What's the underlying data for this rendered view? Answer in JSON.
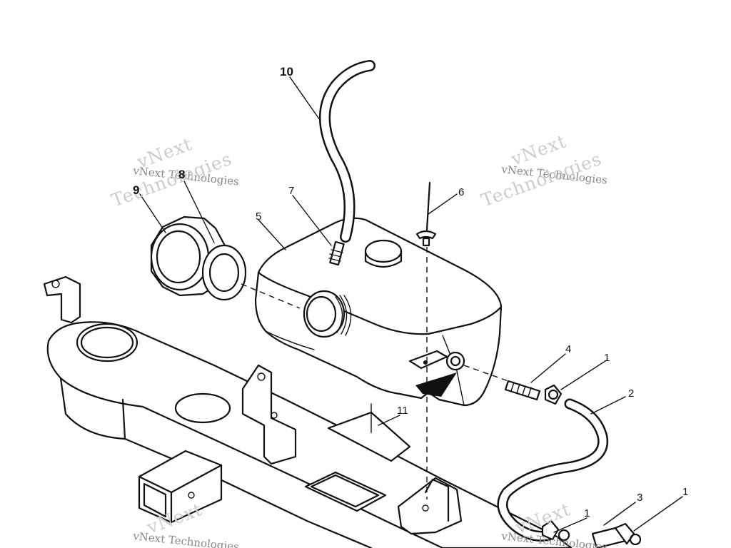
{
  "callouts": {
    "c1a": "1",
    "c1b": "1",
    "c1c": "1",
    "c2": "2",
    "c3": "3",
    "c4": "4",
    "c5": "5",
    "c6": "6",
    "c7": "7",
    "c8": "8",
    "c9": "9",
    "c10": "10",
    "c11": "11"
  },
  "watermark": {
    "line1": "vNext",
    "line2": "vNext Technologies",
    "line3": "Technologies"
  }
}
